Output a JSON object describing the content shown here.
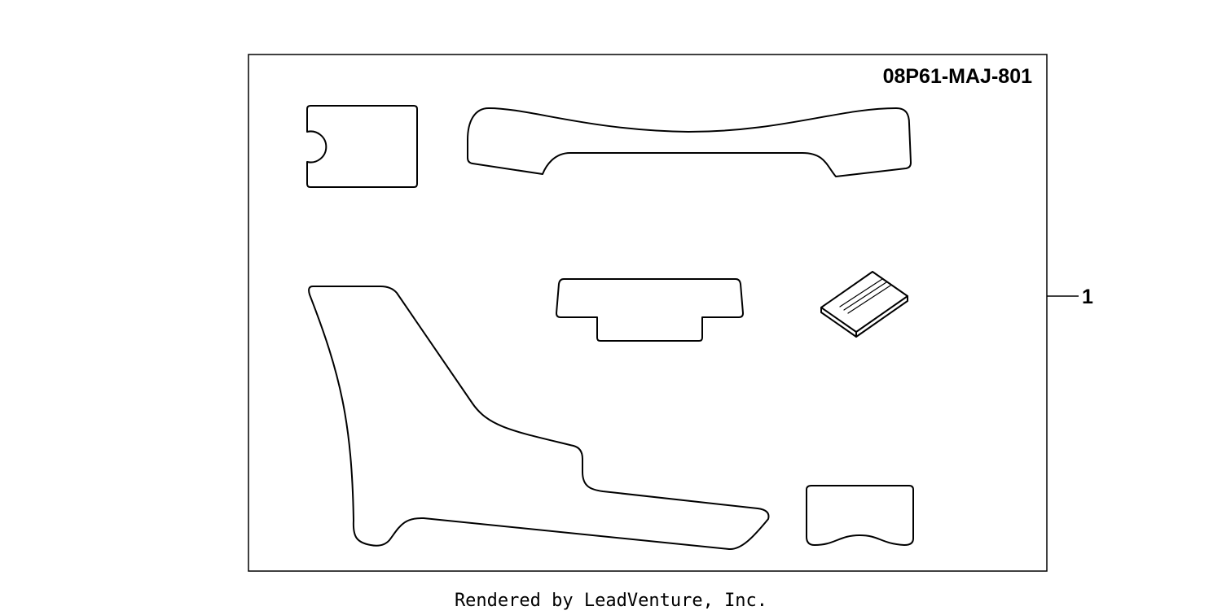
{
  "diagram": {
    "part_number": "08P61-MAJ-801",
    "callouts": [
      {
        "label": "1"
      }
    ]
  },
  "footer": {
    "text": "Rendered by LeadVenture, Inc."
  },
  "colors": {
    "line": "#000000",
    "background": "#ffffff"
  }
}
